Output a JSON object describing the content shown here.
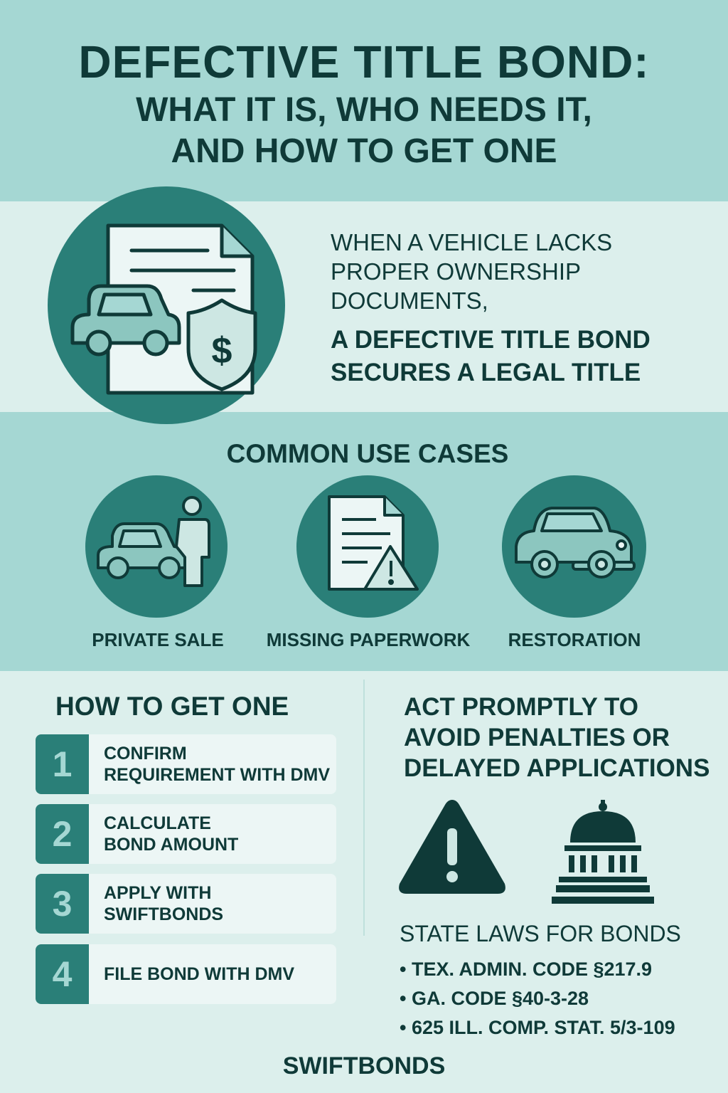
{
  "header": {
    "title": "DEFECTIVE TITLE BOND:",
    "subtitle_line1": "WHAT IT IS, WHO NEEDS IT,",
    "subtitle_line2": "AND HOW TO GET ONE"
  },
  "intro": {
    "line1": "WHEN A VEHICLE LACKS",
    "line2": "PROPER OWNERSHIP",
    "line3": "DOCUMENTS,",
    "bold_line1": "A DEFECTIVE TITLE BOND",
    "bold_line2": "SECURES A LEGAL TITLE"
  },
  "use_cases": {
    "heading": "COMMON USE CASES",
    "items": [
      {
        "label": "PRIVATE SALE",
        "icon": "car-person-icon"
      },
      {
        "label": "MISSING PAPERWORK",
        "icon": "document-warning-icon"
      },
      {
        "label": "RESTORATION",
        "icon": "classic-car-icon"
      }
    ]
  },
  "how_to": {
    "heading": "HOW TO GET ONE",
    "steps": [
      {
        "num": "1",
        "line1": "CONFIRM",
        "line2": "REQUIREMENT WITH DMV"
      },
      {
        "num": "2",
        "line1": "CALCULATE",
        "line2": "BOND AMOUNT"
      },
      {
        "num": "3",
        "line1": "APPLY WITH",
        "line2": "SWIFTBONDS"
      },
      {
        "num": "4",
        "line1": "FILE BOND WITH DMV",
        "line2": ""
      }
    ]
  },
  "notice": {
    "line1": "ACT PROMPTLY TO",
    "line2": "AVOID PENALTIES OR",
    "line3": "DELAYED APPLICATIONS"
  },
  "laws": {
    "heading": "STATE LAWS FOR BONDS",
    "items": [
      "TEX. ADMIN. CODE §217.9",
      "GA. CODE §40-3-28",
      "625 ILL. COMP. STAT. 5/3-109"
    ]
  },
  "footer": {
    "brand": "SWIFTBONDS"
  },
  "colors": {
    "band": "#a5d7d3",
    "light": "#dcefec",
    "teal": "#2a7f78",
    "text": "#0f3a38"
  }
}
